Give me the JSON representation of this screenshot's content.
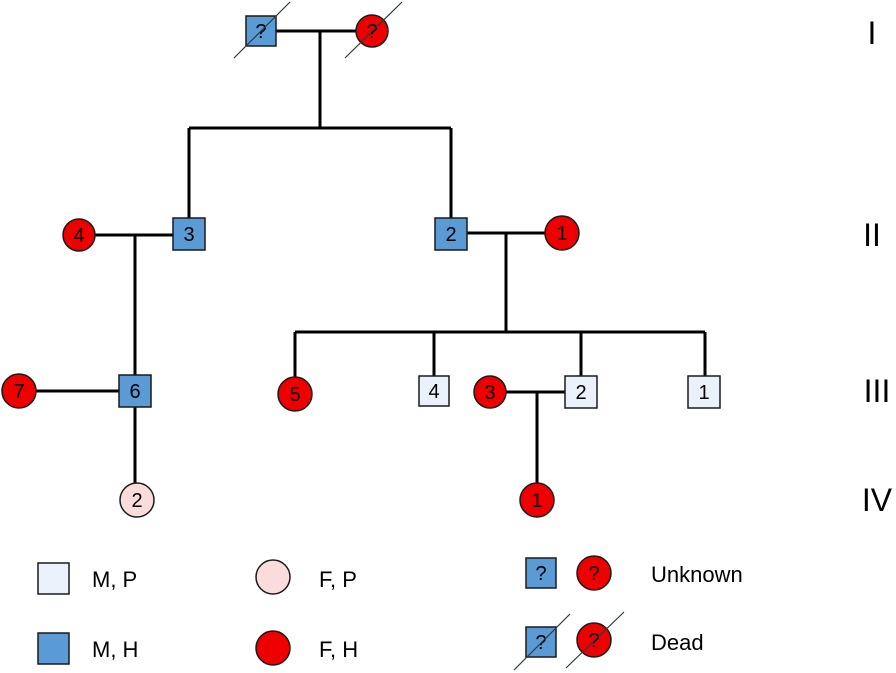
{
  "generations": [
    "I",
    "II",
    "III",
    "IV"
  ],
  "individuals": {
    "I_male": "?",
    "I_female": "?",
    "II_3": "3",
    "II_4": "4",
    "II_2": "2",
    "II_1": "1",
    "III_7": "7",
    "III_6": "6",
    "III_5": "5",
    "III_4": "4",
    "III_3": "3",
    "III_2": "2",
    "III_1": "1",
    "IV_2": "2",
    "IV_1": "1"
  },
  "legend": {
    "male_p": "M, P",
    "male_h": "M, H",
    "female_p": "F, P",
    "female_h": "F, H",
    "unknown_symbol": "?",
    "unknown": "Unknown",
    "dead": "Dead"
  },
  "colors": {
    "affected_male": "#5b9bd5",
    "carrier_male": "#eaf1fa",
    "affected_female": "#ee0000",
    "carrier_female": "#fbdcdc"
  }
}
